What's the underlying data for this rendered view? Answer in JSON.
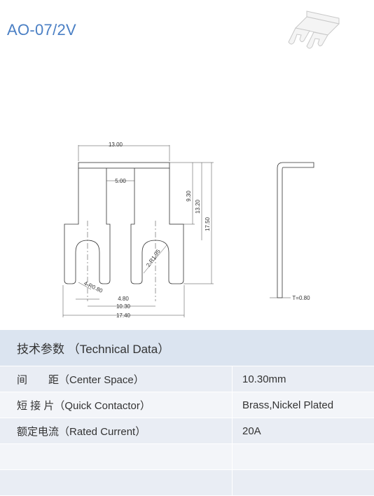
{
  "model": "AO-07/2V",
  "drawing": {
    "dim_width_top": "13.00",
    "dim_center_top": "5.00",
    "dim_height_1": "9.30",
    "dim_height_2": "13.20",
    "dim_height_3": "17.50",
    "dim_radius_right": "2-R1.95",
    "dim_radius_left": "4-R0.80",
    "dim_slot": "4.80",
    "dim_pitch": "10.30",
    "dim_total": "17.40",
    "dim_thickness": "T=0.80"
  },
  "table": {
    "header": "技术参数 （Technical Data）",
    "rows": [
      {
        "label": "间　　距（Center Space）",
        "value": "10.30mm"
      },
      {
        "label": "短 接 片（Quick Contactor）",
        "value": "Brass,Nickel Plated"
      },
      {
        "label": "额定电流（Rated Current）",
        "value": "20A"
      },
      {
        "label": "",
        "value": ""
      },
      {
        "label": "",
        "value": ""
      }
    ]
  }
}
